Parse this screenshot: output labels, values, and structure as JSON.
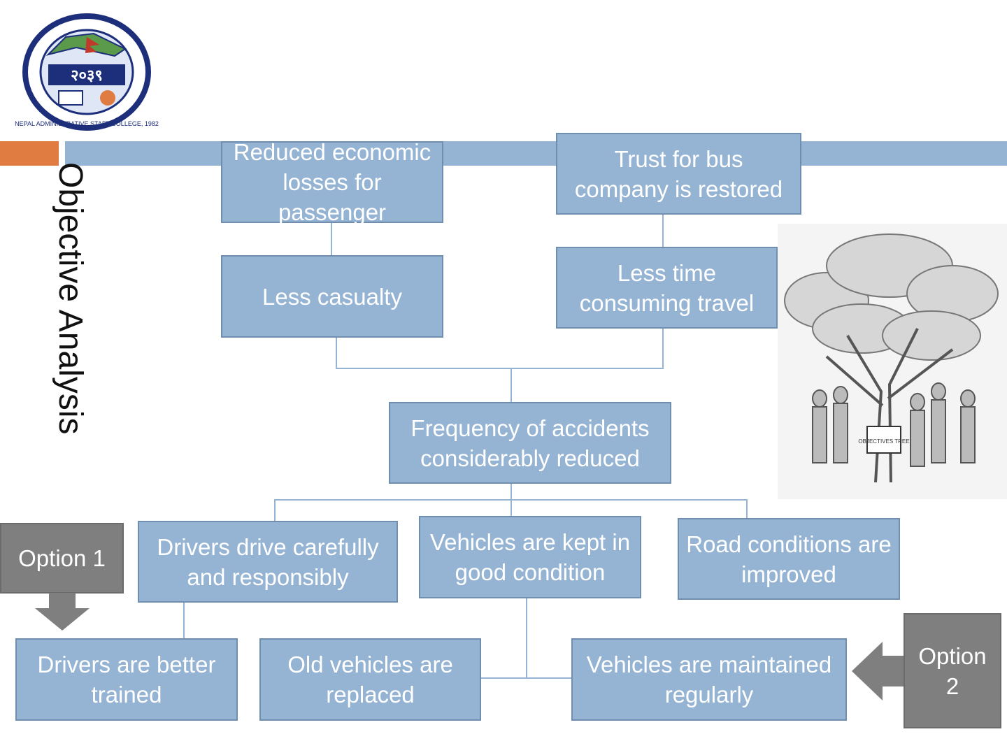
{
  "slide": {
    "title": "Objective Analysis",
    "logo": {
      "name": "college-seal",
      "ring_text": "NEPAL ADMINISTRATIVE STAFF COLLEGE, 1982",
      "emblem_text": "२०३९"
    },
    "colors": {
      "box_fill": "#95b3d2",
      "box_border": "#6f8eb0",
      "title_bar": "#95b3d2",
      "accent_orange": "#e07b41",
      "option_gray": "#7f7f7f"
    }
  },
  "tree": {
    "top_left": "Reduced economic losses for passenger",
    "top_right": "Trust for bus company is restored",
    "mid_left": "Less casualty",
    "mid_right": "Less time consuming travel",
    "center": "Frequency of accidents considerably reduced",
    "branch_drivers": "Drivers drive carefully and responsibly",
    "branch_vehicles": "Vehicles are kept in good condition",
    "branch_roads": "Road conditions are improved",
    "leaf_trained": "Drivers are better trained",
    "leaf_replaced": "Old vehicles are replaced",
    "leaf_maintained": "Vehicles are maintained regularly"
  },
  "options": {
    "option1": "Option 1",
    "option2": "Option 2"
  },
  "illustration": {
    "name": "objectives-tree-cartoon",
    "sign_text": "OBJECTIVES TREE"
  }
}
